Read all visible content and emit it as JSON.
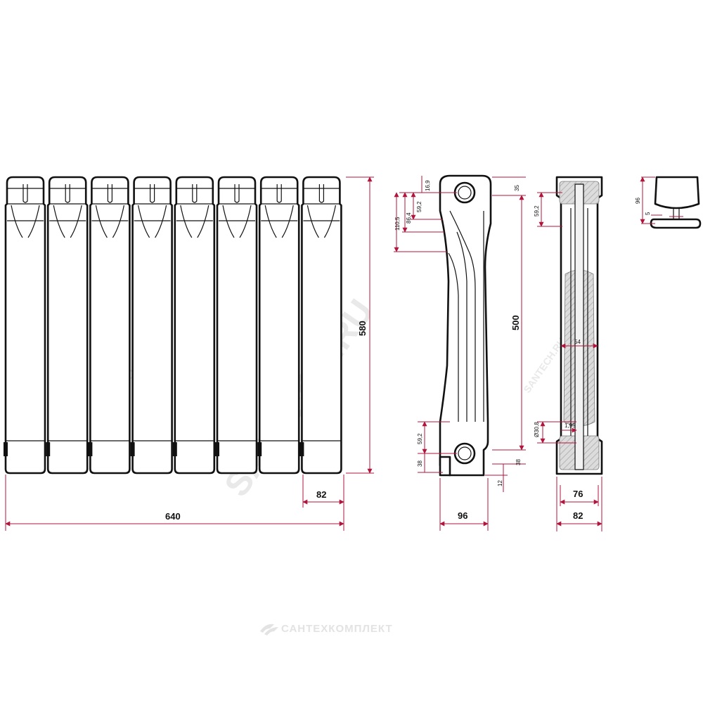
{
  "dimensions": {
    "front_width_total": "640",
    "front_section_width": "82",
    "front_height": "580",
    "side_depth": "96",
    "side_height": "500",
    "side_top_offset": "35",
    "side_bottom_offset": "38",
    "side_12": "12",
    "side_16_9": "16,9",
    "side_59_2_top": "59,2",
    "side_86_4": "86,4",
    "side_110_5": "110,5",
    "side_59_2_bottom": "59,2",
    "side_38_bottom_left": "38",
    "section_width_76": "76",
    "section_width_82": "82",
    "section_59_2": "59,2",
    "section_54": "54",
    "section_diameter": "Ø30,8",
    "section_1_95": "1,95",
    "cap_96": "96",
    "cap_5": "5"
  },
  "watermark": {
    "main": "SANTECH.RU",
    "small": "SANTECH.RU"
  },
  "footer": {
    "brand": "САНТЕХКОМПЛЕКТ"
  },
  "colors": {
    "dimension_lines": "#b0163c",
    "outline": "#111111",
    "watermark": "#e9e9e9"
  }
}
